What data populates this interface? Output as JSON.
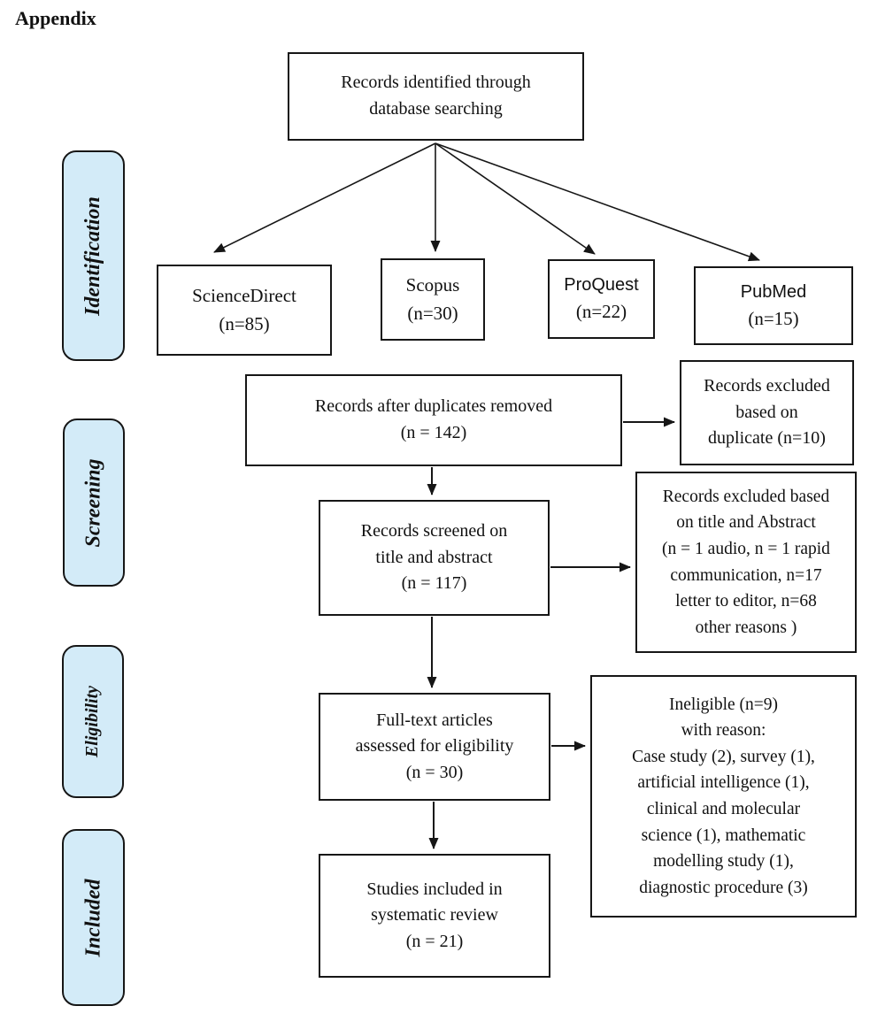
{
  "page": {
    "heading": "Appendix"
  },
  "sidebar": {
    "fill_color": "#d3ebf8",
    "stages": [
      {
        "label": "Identification"
      },
      {
        "label": "Screening"
      },
      {
        "label": "Eligibility"
      },
      {
        "label": "Included"
      }
    ]
  },
  "flow": {
    "records_identified": "Records identified through\ndatabase searching",
    "databases": [
      {
        "name": "ScienceDirect",
        "count": "(n=85)"
      },
      {
        "name": "Scopus",
        "count": "(n=30)"
      },
      {
        "name": "ProQuest",
        "count": "(n=22)"
      },
      {
        "name": "PubMed",
        "count": "(n=15)"
      }
    ],
    "duplicates_removed": "Records after duplicates removed\n(n = 142)",
    "excluded_duplicate": "Records excluded\nbased on\nduplicate (n=10)",
    "screened": "Records screened on\ntitle and abstract\n(n = 117)",
    "excluded_title_abstract": "Records excluded based\non title and Abstract\n(n = 1 audio, n = 1 rapid\ncommunication, n=17\nletter to editor, n=68\nother reasons )",
    "full_text": "Full-text articles\nassessed for eligibility\n(n = 30)",
    "ineligible": "Ineligible (n=9)\nwith reason:\nCase study (2), survey (1),\nartificial intelligence (1),\nclinical and molecular\nscience (1), mathematic\nmodelling study (1),\ndiagnostic procedure (3)",
    "included_studies": "Studies included in\nsystematic review\n(n = 21)"
  }
}
